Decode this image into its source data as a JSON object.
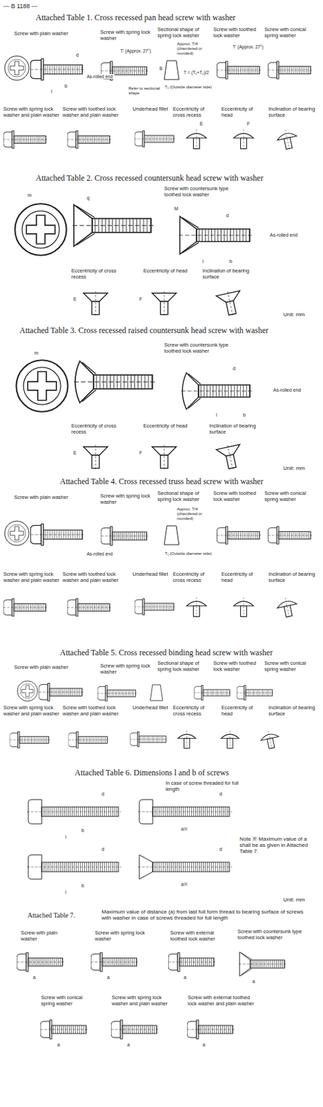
{
  "diagram": {
    "labels": [
      "— B 1188 —",
      "Attached Table 1.  Cross recessed pan head screw with washer",
      "Screw with plain washer",
      "Screw with spring lock washer",
      "Sectional shape of spring lock washer",
      "Screw with toothed lock washer",
      "Screw with conical spring washer",
      "d",
      "As-rolled end",
      "b",
      "l",
      "T' (Approx. 27°)",
      "Refer to sectional shape",
      "Approx. T/4 (chamfered or rounded)",
      "B",
      "T = (T₁+T₂)/2",
      "T₁ (Outside diameter side)",
      "T' (Approx. 27°)",
      "Screw with spring lock washer and plain washer",
      "Screw with toothed lock washer and plain washer",
      "Underhead fillet",
      "Eccentricity of cross recess",
      "Eccentricity of head",
      "Inclination of bearing surface",
      "E",
      "F",
      "Attached Table 2.  Cross recessed countersunk head screw with washer",
      "Screw with countersunk type toothed lock washer",
      "m",
      "q",
      "M",
      "d",
      "As-rolled end",
      "b",
      "l",
      "Eccentricity of cross recess",
      "Eccentricity of head",
      "Inclination of bearing surface",
      "E",
      "F",
      "Unit: mm",
      "Attached Table 3.  Cross recessed raised countersunk head screw with washer",
      "Screw with countersunk type toothed lock washer",
      "m",
      "d",
      "As-rolled end",
      "b",
      "l",
      "Eccentricity of cross recess",
      "Eccentricity of head",
      "Inclination of bearing surface",
      "E",
      "F",
      "Unit: mm",
      "Attached Table 4.  Cross recessed truss head screw with washer",
      "Screw with plain washer",
      "Screw with spring lock washer",
      "Sectional shape of spring lock washer",
      "Screw with toothed lock washer",
      "Screw with conical spring washer",
      "Approx. T/4 (chamfered or rounded)",
      "T₁ (Outside diameter side)",
      "As-rolled end",
      "Screw with spring lock washer and plain washer",
      "Screw with toothed lock washer and plain washer",
      "Underhead fillet",
      "Eccentricity of cross recess",
      "Eccentricity of head",
      "Inclination of bearing surface",
      "Attached Table 5.  Cross recessed binding head screw with washer",
      "Screw with plain washer",
      "Screw with spring lock washer",
      "Sectional shape of spring lock washer",
      "Screw with toothed lock washer",
      "Screw with conical spring washer",
      "As-rolled end",
      "Screw with spring lock washer and plain washer",
      "Screw with toothed lock washer and plain washer",
      "Underhead fillet",
      "Eccentricity of cross recess",
      "Eccentricity of head",
      "Inclination of bearing surface",
      "Attached Table 6.  Dimensions l and b of screws",
      "In case of screw threaded for full length",
      "d",
      "b",
      "l",
      "d",
      "a※",
      "d",
      "b",
      "l",
      "d",
      "a※",
      "Note ※  Maximum value of a shall be as given in Attached Table 7.",
      "Unit: mm",
      "Attached Table 7.",
      "Maximum value of distance (a) from last full form thread to bearing surface of screws with washer in case of screws threaded for full length",
      "Screw with plain washer",
      "Screw with spring lock washer",
      "Screw with external toothed lock washer",
      "Screw with countersunk type toothed lock washer",
      "Screw with conical spring washer",
      "Screw with spring lock washer and plain washer",
      "Screw with external toothed lock washer and plain washer",
      "a",
      "a",
      "a",
      "a",
      "a",
      "a",
      "a"
    ]
  }
}
